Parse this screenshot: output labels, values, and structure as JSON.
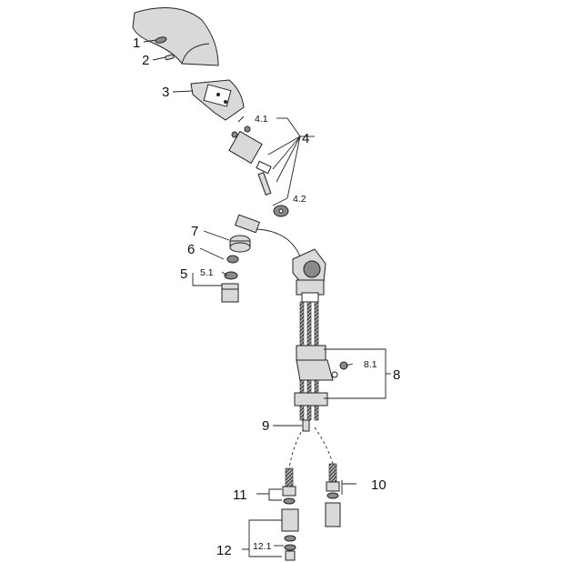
{
  "callouts": {
    "c1": "1",
    "c2": "2",
    "c3": "3",
    "c4": "4",
    "c4_1": "4.1",
    "c4_2": "4.2",
    "c5": "5",
    "c5_1": "5.1",
    "c6": "6",
    "c7": "7",
    "c8": "8",
    "c8_1": "8.1",
    "c9": "9",
    "c10": "10",
    "c11": "11",
    "c12": "12",
    "c12_1": "12.1"
  }
}
